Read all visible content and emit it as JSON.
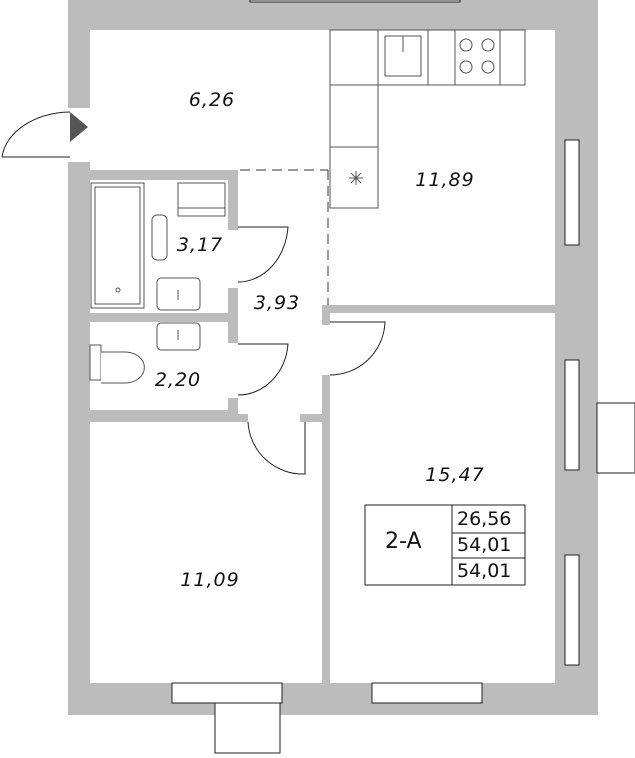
{
  "plan": {
    "wall_color": "#bcbcbc",
    "rooms": [
      {
        "id": "hall",
        "area": "6,26"
      },
      {
        "id": "kitchen",
        "area": "11,89"
      },
      {
        "id": "bathroom",
        "area": "3,17"
      },
      {
        "id": "corridor",
        "area": "3,93"
      },
      {
        "id": "wc",
        "area": "2,20"
      },
      {
        "id": "living",
        "area": "15,47"
      },
      {
        "id": "bedroom",
        "area": "11,09"
      }
    ],
    "summary": {
      "apartment_type": "2-A",
      "values": [
        "26,56",
        "54,01",
        "54,01"
      ]
    },
    "icons": [
      "entrance-arrow-icon",
      "sink-icon",
      "stove-icon",
      "vent-icon",
      "bathtub-icon",
      "towel-rail-icon",
      "washbasin-icon",
      "washing-machine-icon",
      "toilet-icon"
    ]
  }
}
